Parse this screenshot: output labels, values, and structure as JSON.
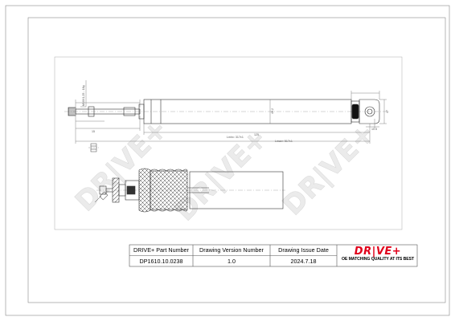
{
  "drawing": {
    "dimensions": {
      "thread_spec": "M10X1,25 - 18g",
      "stroke_len": "Lmin= 317±1",
      "ext_len": "Lmax= 517±1",
      "short_tail": "15",
      "upper_mid": "125",
      "right_dia": "47",
      "eye_dia": "10.5",
      "eye_width": "40.2"
    }
  },
  "watermark": {
    "text": "DR|VE+"
  },
  "title_block": {
    "headers": {
      "part_number": "DRIVE+ Part Number",
      "version": "Drawing Version Number",
      "issue_date": "Drawing Issue Date"
    },
    "values": {
      "part_number": "DP1610.10.0238",
      "version": "1.0",
      "issue_date": "2024.7.18"
    },
    "logo": {
      "text": "DR|VE+",
      "tagline": "OE MATCHING QUALITY AT ITS BEST",
      "brand_color": "#e0001a"
    }
  }
}
